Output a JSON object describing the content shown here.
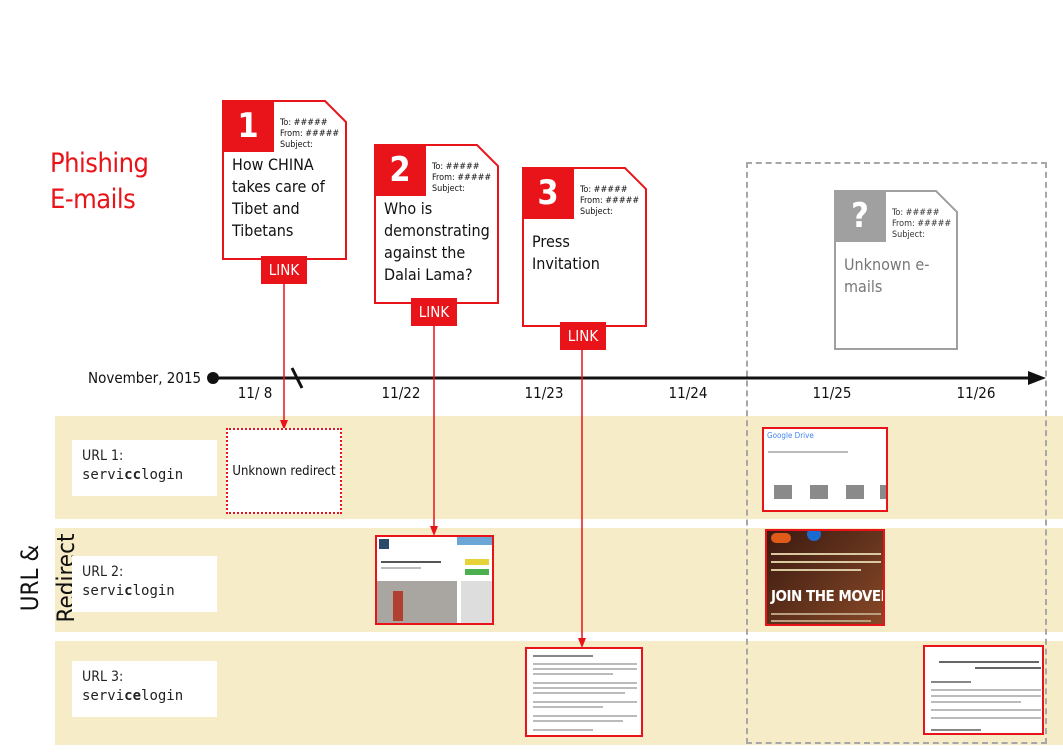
{
  "section_title": "Phishing E-mails",
  "vertical_label": "URL & Redirect",
  "timeline": {
    "start_label": "November, 2015",
    "ticks": [
      "11/ 8",
      "11/22",
      "11/23",
      "11/24",
      "11/25",
      "11/26"
    ]
  },
  "emails": [
    {
      "number": "1",
      "to": "To: #####",
      "from": "From: #####",
      "subject_label": "Subject:",
      "subject": "How CHINA takes care of Tibet and Tibetans",
      "link": "LINK"
    },
    {
      "number": "2",
      "to": "To: #####",
      "from": "From: #####",
      "subject_label": "Subject:",
      "subject": "Who is demonstrating against the Dalai Lama?",
      "link": "LINK"
    },
    {
      "number": "3",
      "to": "To: #####",
      "from": "From: #####",
      "subject_label": "Subject:",
      "subject": "Press Invitation",
      "link": "LINK"
    },
    {
      "number": "?",
      "to": "To: #####",
      "from": "From: #####",
      "subject_label": "Subject:",
      "subject": "Unknown e-mails"
    }
  ],
  "urls": [
    {
      "label": "URL 1:",
      "prefix": "servi",
      "bold": "cc",
      "suffix": "login"
    },
    {
      "label": "URL 2:",
      "prefix": "servi",
      "bold": "c",
      "suffix": "login"
    },
    {
      "label": "URL 3:",
      "prefix": "servi",
      "bold": "ce",
      "suffix": "login"
    }
  ],
  "redirect_text": "Unknown redirect",
  "thumbnails": {
    "google_drive_logo": "Google Drive",
    "movement_banner": "JOIN THE MOVEMENT"
  },
  "colors": {
    "accent": "#e8141a",
    "band": "#f6ecc8",
    "unknown": "#a0a0a0"
  }
}
